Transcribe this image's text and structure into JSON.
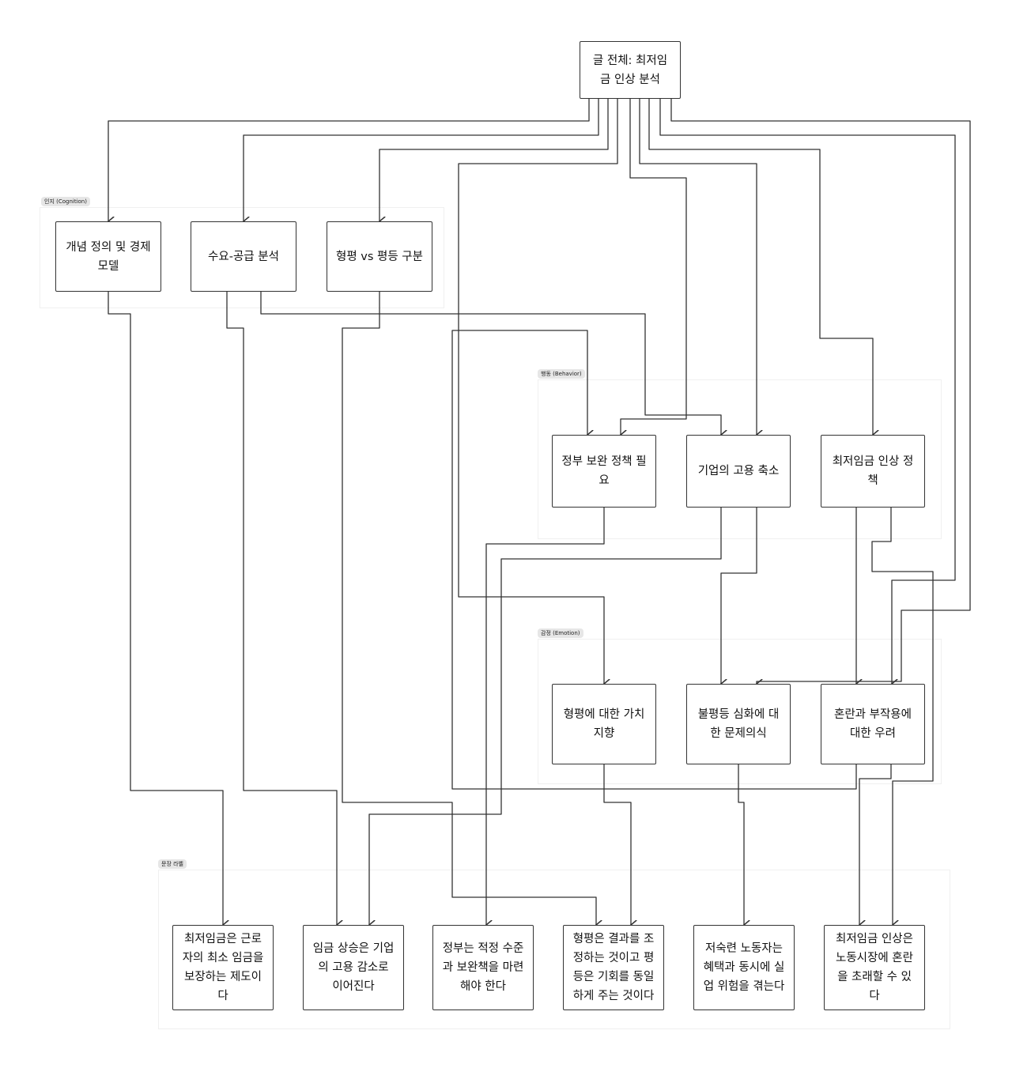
{
  "groups": {
    "cognition": "인지 (Cognition)",
    "behavior": "행동 (Behavior)",
    "emotion": "감정 (Emotion)",
    "sentence": "문장 라벨"
  },
  "nodes": {
    "root": "글 전체: 최저임금 인상 분석",
    "n1": "개념 정의 및 경제 모델",
    "n2": "수요-공급 분석",
    "n3": "형평 vs 평등 구분",
    "b1": "정부 보완 정책 필요",
    "b2": "기업의 고용 축소",
    "b3": "최저임금 인상 정책",
    "e1": "형평에 대한 가치 지향",
    "e2": "불평등 심화에 대한 문제의식",
    "e3": "혼란과 부작용에 대한 우려",
    "s1": "최저임금은 근로자의 최소 임금을 보장하는 제도이다",
    "s2": "임금 상승은 기업의 고용 감소로 이어진다",
    "s3": "정부는 적정 수준과 보완책을 마련해야 한다",
    "s4": "형평은 결과를 조정하는 것이고 평등은 기회를 동일하게 주는 것이다",
    "s5": "저숙련 노동자는 혜택과 동시에 실업 위험을 겪는다",
    "s6": "최저임금 인상은 노동시장에 혼란을 초래할 수 있다"
  },
  "edges": [
    {
      "from": "root",
      "to": "n1"
    },
    {
      "from": "root",
      "to": "n2"
    },
    {
      "from": "root",
      "to": "n3"
    },
    {
      "from": "root",
      "to": "e1"
    },
    {
      "from": "root",
      "to": "b1"
    },
    {
      "from": "root",
      "to": "b2"
    },
    {
      "from": "root",
      "to": "b3"
    },
    {
      "from": "root",
      "to": "e3"
    },
    {
      "from": "root",
      "to": "e2"
    },
    {
      "from": "n1",
      "to": "s1"
    },
    {
      "from": "n2",
      "to": "s2"
    },
    {
      "from": "n2",
      "to": "b2"
    },
    {
      "from": "n3",
      "to": "s4"
    },
    {
      "from": "e3",
      "to": "b1"
    },
    {
      "from": "b1",
      "to": "s3"
    },
    {
      "from": "b2",
      "to": "s2"
    },
    {
      "from": "b2",
      "to": "e2"
    },
    {
      "from": "b3",
      "to": "e3"
    },
    {
      "from": "b3",
      "to": "s6"
    },
    {
      "from": "e3",
      "to": "s6"
    },
    {
      "from": "e1",
      "to": "s4"
    },
    {
      "from": "e2",
      "to": "s5"
    }
  ]
}
